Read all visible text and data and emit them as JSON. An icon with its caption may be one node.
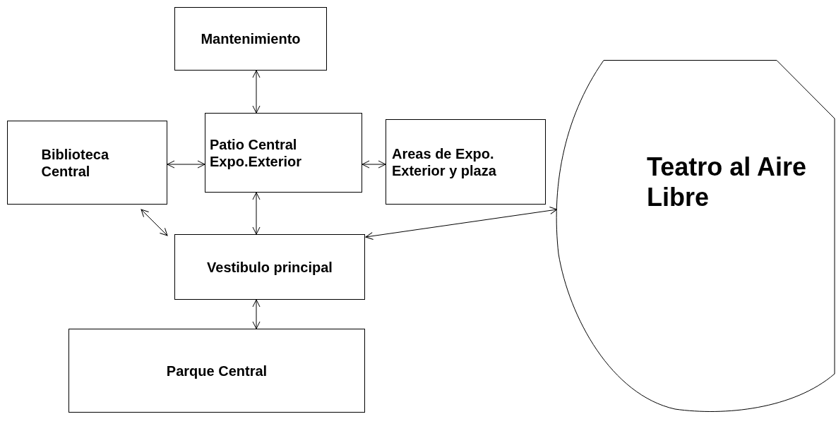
{
  "diagram": {
    "nodes": [
      {
        "text": [
          "Mantenimiento"
        ]
      },
      {
        "text": [
          "Patio Central Expo.Exterior"
        ]
      },
      {
        "text": [
          "Biblioteca Central"
        ]
      },
      {
        "text": [
          "Areas de Expo. Exterior y plaza"
        ]
      },
      {
        "text": [
          "Teatro al Aire Libre"
        ]
      },
      {
        "text": [
          "Vestibulo principal"
        ]
      },
      {
        "text": [
          "Parque Central"
        ]
      }
    ],
    "edges": [
      {
        "from": 0,
        "to": 1,
        "arrow": "both"
      },
      {
        "from": 2,
        "to": 1,
        "arrow": "both"
      },
      {
        "from": 1,
        "to": 3,
        "arrow": "both"
      },
      {
        "from": 1,
        "to": 5,
        "arrow": "both"
      },
      {
        "from": 2,
        "to": 5,
        "arrow": "both"
      },
      {
        "from": 5,
        "to": 4,
        "arrow": "both"
      },
      {
        "from": 5,
        "to": 6,
        "arrow": "both"
      }
    ]
  }
}
